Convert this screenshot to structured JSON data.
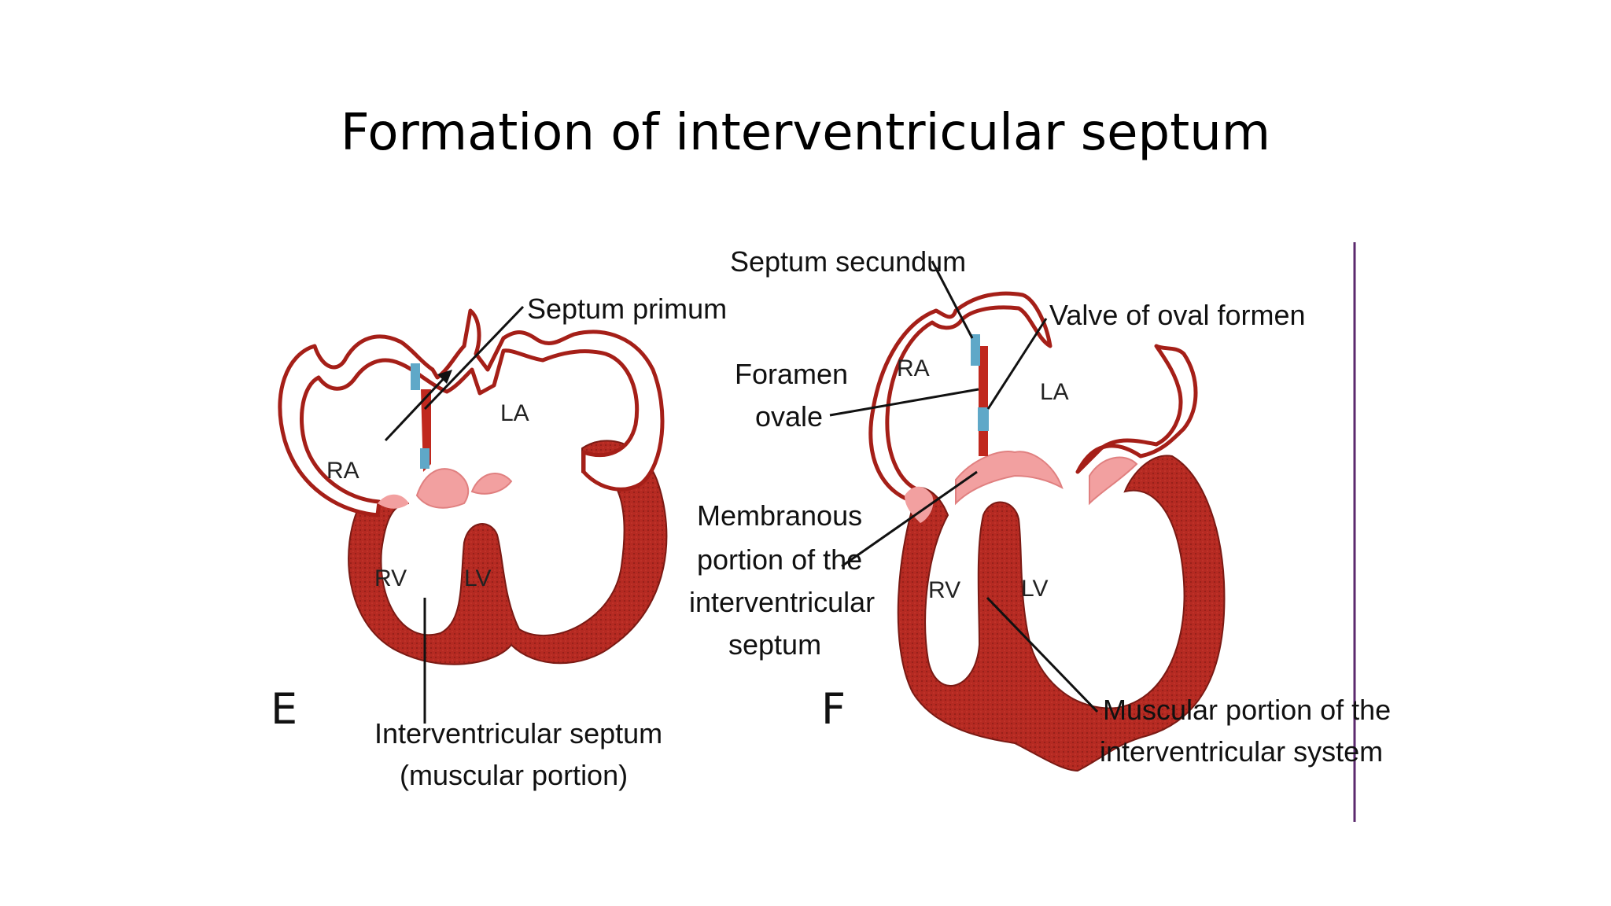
{
  "slide": {
    "title": "Formation of interventricular septum"
  },
  "panel_e": {
    "letter": "E",
    "labels": {
      "septum_primum": "Septum primum",
      "ra": "RA",
      "la": "LA",
      "rv": "RV",
      "lv": "LV",
      "ivs_line1": "Interventricular septum",
      "ivs_line2": "(muscular portion)"
    }
  },
  "panel_f": {
    "letter": "F",
    "labels": {
      "septum_secundum": "Septum secundum",
      "valve": "Valve of oval formen",
      "foramen_line1": "Foramen",
      "foramen_line2": "ovale",
      "ra": "RA",
      "la": "LA",
      "rv": "RV",
      "lv": "LV",
      "membranous_line1": "Membranous",
      "membranous_line2": "portion of the",
      "membranous_line3": "interventricular",
      "membranous_line4": "septum",
      "muscular_line1": "Muscular portion of the",
      "muscular_line2": "interventricular system"
    }
  },
  "colors": {
    "myocardium": "#b52a22",
    "cushion": "#f2a0a0",
    "septum_blue": "#5fa8c8",
    "outline": "#7a1a14",
    "divider": "#5b2a6e"
  }
}
